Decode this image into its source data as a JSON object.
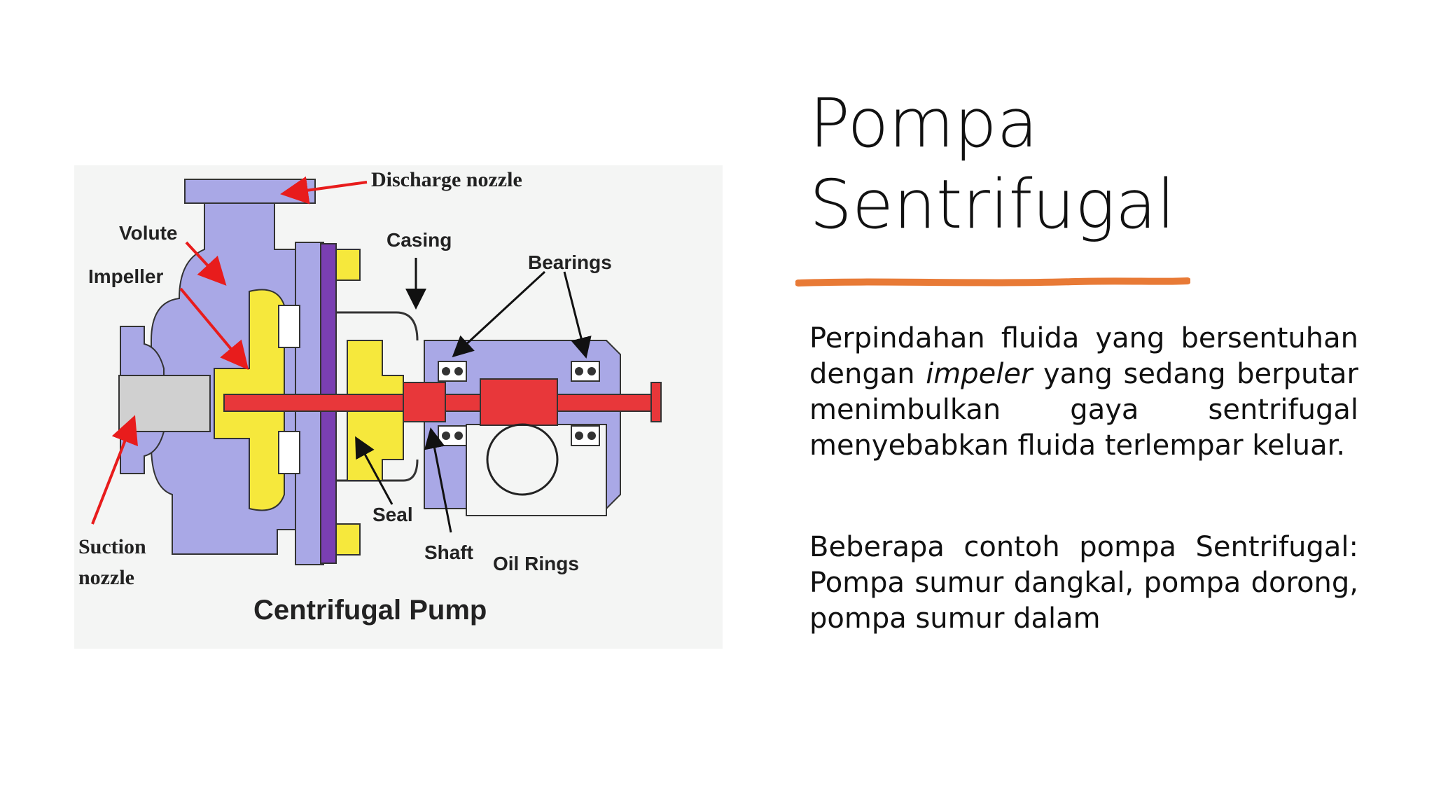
{
  "slide": {
    "title_line1": "Pompa",
    "title_line2": "Sentrifugal",
    "accent_color": "#e87a36",
    "paragraph1": {
      "before": "Perpindahan fluida yang bersentuhan dengan ",
      "emphasis": "impeler",
      "after": " yang sedang berputar menimbulkan gaya sentrifugal menyebabkan fluida terlempar keluar."
    },
    "paragraph2": "Beberapa contoh pompa Sentrifugal: Pompa sumur dangkal, pompa dorong, pompa sumur dalam"
  },
  "diagram": {
    "caption": "Centrifugal Pump",
    "labels": {
      "discharge_nozzle": "Discharge nozzle",
      "volute": "Volute",
      "impeller": "Impeller",
      "casing": "Casing",
      "bearings": "Bearings",
      "seal": "Seal",
      "shaft": "Shaft",
      "oil_rings": "Oil Rings",
      "suction_line1": "Suction",
      "suction_line2": "nozzle"
    },
    "colors": {
      "casing": "#a9a8e6",
      "impeller": "#f6e83c",
      "shaft": "#e8373a",
      "flange": "#7a3fb2",
      "arrow": "#e81c1c"
    }
  }
}
